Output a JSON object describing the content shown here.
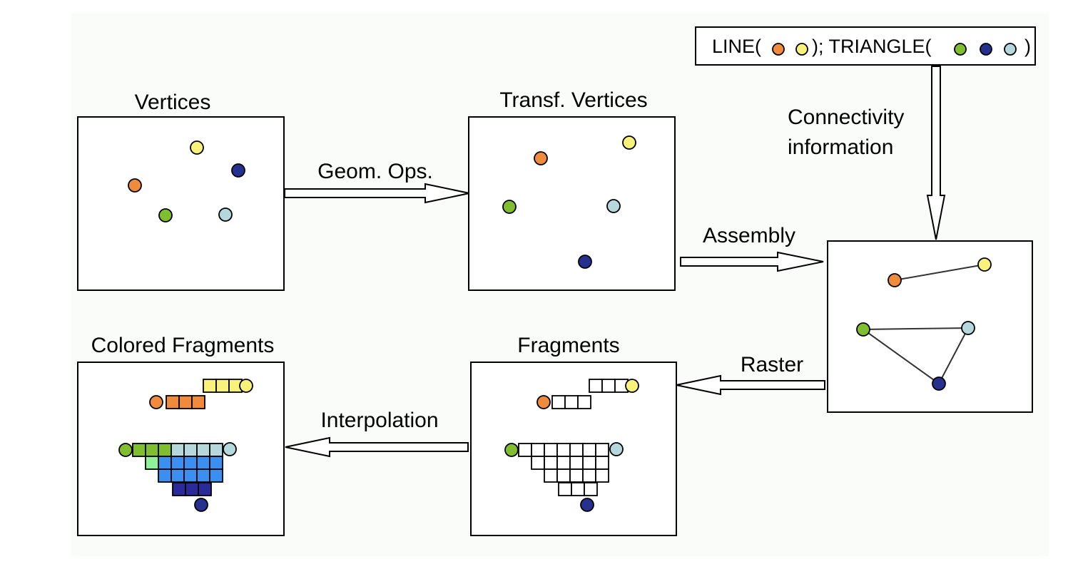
{
  "colors": {
    "orange": "#f08a3c",
    "yellow": "#f8f27a",
    "green": "#7fbf2f",
    "navy": "#25308f",
    "lightblue": "#b4d8dc",
    "light_green": "#8ef29a",
    "mid_blue": "#3a8ff0",
    "dark_blue": "#2a2a98",
    "background": "#fafcfa"
  },
  "connectivity_box": {
    "prefix": "LINE(",
    "line_vertices": [
      "orange",
      "yellow"
    ],
    "middle": "); TRIANGLE(",
    "triangle_vertices": [
      "green",
      "navy",
      "lightblue"
    ],
    "suffix": ")"
  },
  "stages": {
    "vertices": {
      "title": "Vertices"
    },
    "transformed": {
      "title": "Transf. Vertices"
    },
    "primitives": {
      "title": ""
    },
    "fragments": {
      "title": "Fragments"
    },
    "colored": {
      "title": "Colored Fragments"
    }
  },
  "arrows": {
    "geom_ops": "Geom. Ops.",
    "assembly": "Assembly",
    "connectivity_line1": "Connectivity",
    "connectivity_line2": "information",
    "raster": "Raster",
    "interpolation": "Interpolation"
  }
}
